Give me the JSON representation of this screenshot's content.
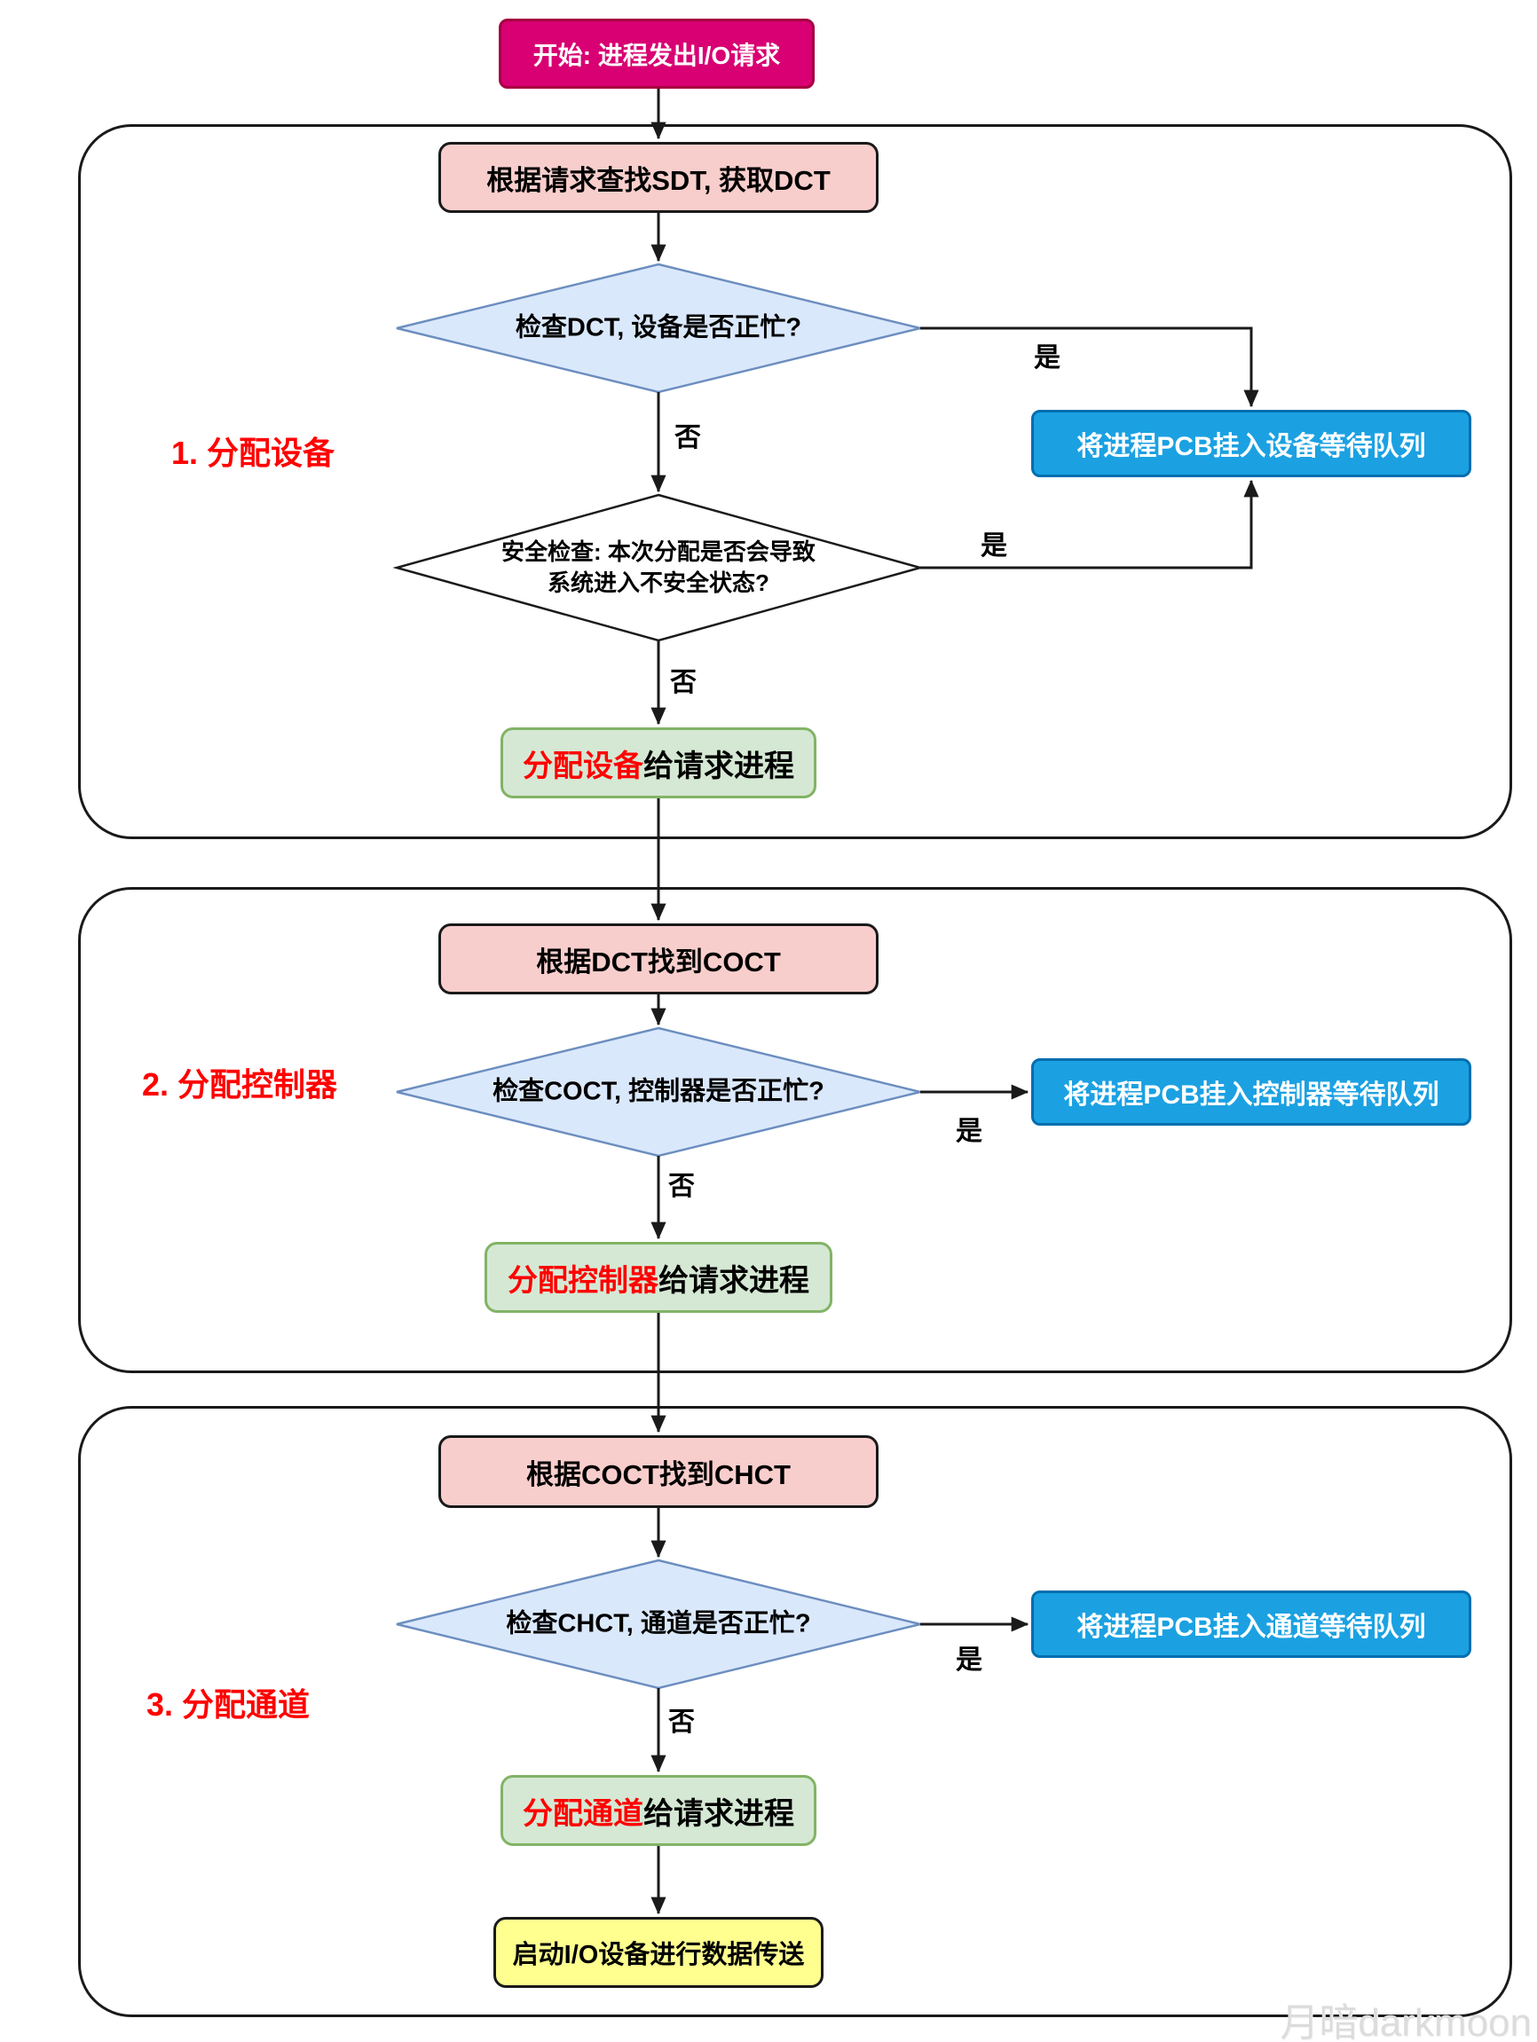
{
  "flowchart": {
    "start": "开始: 进程发出I/O请求",
    "labels": {
      "yes": "是",
      "no": "否"
    },
    "sections": [
      {
        "title": "1. 分配设备",
        "process": "根据请求查找SDT, 获取DCT",
        "decision": "检查DCT, 设备是否正忙?",
        "queue": "将进程PCB挂入设备等待队列",
        "security": {
          "line1": "安全检查: 本次分配是否会导致",
          "line2": "系统进入不安全状态?"
        },
        "allocate": {
          "highlight": "分配设备",
          "rest": "给请求进程"
        }
      },
      {
        "title": "2. 分配控制器",
        "process": "根据DCT找到COCT",
        "decision": "检查COCT, 控制器是否正忙?",
        "queue": "将进程PCB挂入控制器等待队列",
        "allocate": {
          "highlight": "分配控制器",
          "rest": "给请求进程"
        }
      },
      {
        "title": "3. 分配通道",
        "process": "根据COCT找到CHCT",
        "decision": "检查CHCT, 通道是否正忙?",
        "queue": "将进程PCB挂入通道等待队列",
        "allocate": {
          "highlight": "分配通道",
          "rest": "给请求进程"
        }
      }
    ],
    "final_step": "启动I/O设备进行数据传送",
    "watermark": "月暗darkmoon",
    "colors": {
      "start_fill": "#d80073",
      "start_border": "#a50040",
      "process_fill": "#f8cecc",
      "decision_fill": "#dae8fc",
      "decision_border": "#6c8ebf",
      "security_fill": "#ffffff",
      "queue_fill": "#1ba1e2",
      "queue_border": "#006eaf",
      "allocate_fill": "#d5e8d4",
      "allocate_border": "#82b366",
      "final_fill": "#feff8f",
      "section_title_color": "#ff0000",
      "highlight_color": "#ff0000",
      "edge_color": "#1a1a1a"
    }
  }
}
